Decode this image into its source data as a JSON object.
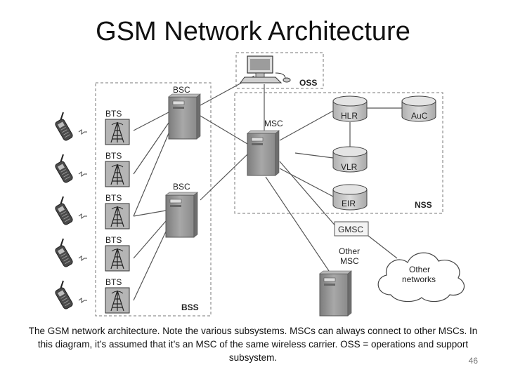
{
  "slide": {
    "title": "GSM Network Architecture",
    "caption": "The GSM network architecture. Note the various subsystems. MSCs can always connect to other MSCs. In this diagram, it’s assumed that it’s an MSC of the same wireless carrier. OSS = operations and support subsystem.",
    "slide_number": "46"
  },
  "diagram": {
    "groups": {
      "bss": "BSS",
      "nss": "NSS",
      "oss": "OSS"
    },
    "nodes": {
      "bsc_top": "BSC",
      "bsc_bottom": "BSC",
      "msc": "MSC",
      "hlr": "HLR",
      "auc": "AuC",
      "vlr": "VLR",
      "eir": "EIR",
      "gmsc": "GMSC",
      "other_msc_line1": "Other",
      "other_msc_line2": "MSC",
      "other_networks_line1": "Other",
      "other_networks_line2": "networks",
      "bts": [
        "BTS",
        "BTS",
        "BTS",
        "BTS",
        "BTS"
      ]
    }
  },
  "colors": {
    "gray_box": "#9a9a9a",
    "db_fill": "#c4c4c4",
    "line": "#555555"
  },
  "icons": [
    "mobile-phone-icon",
    "tower-antenna-icon",
    "server-icon",
    "computer-terminal-icon",
    "database-icon",
    "cloud-icon"
  ]
}
